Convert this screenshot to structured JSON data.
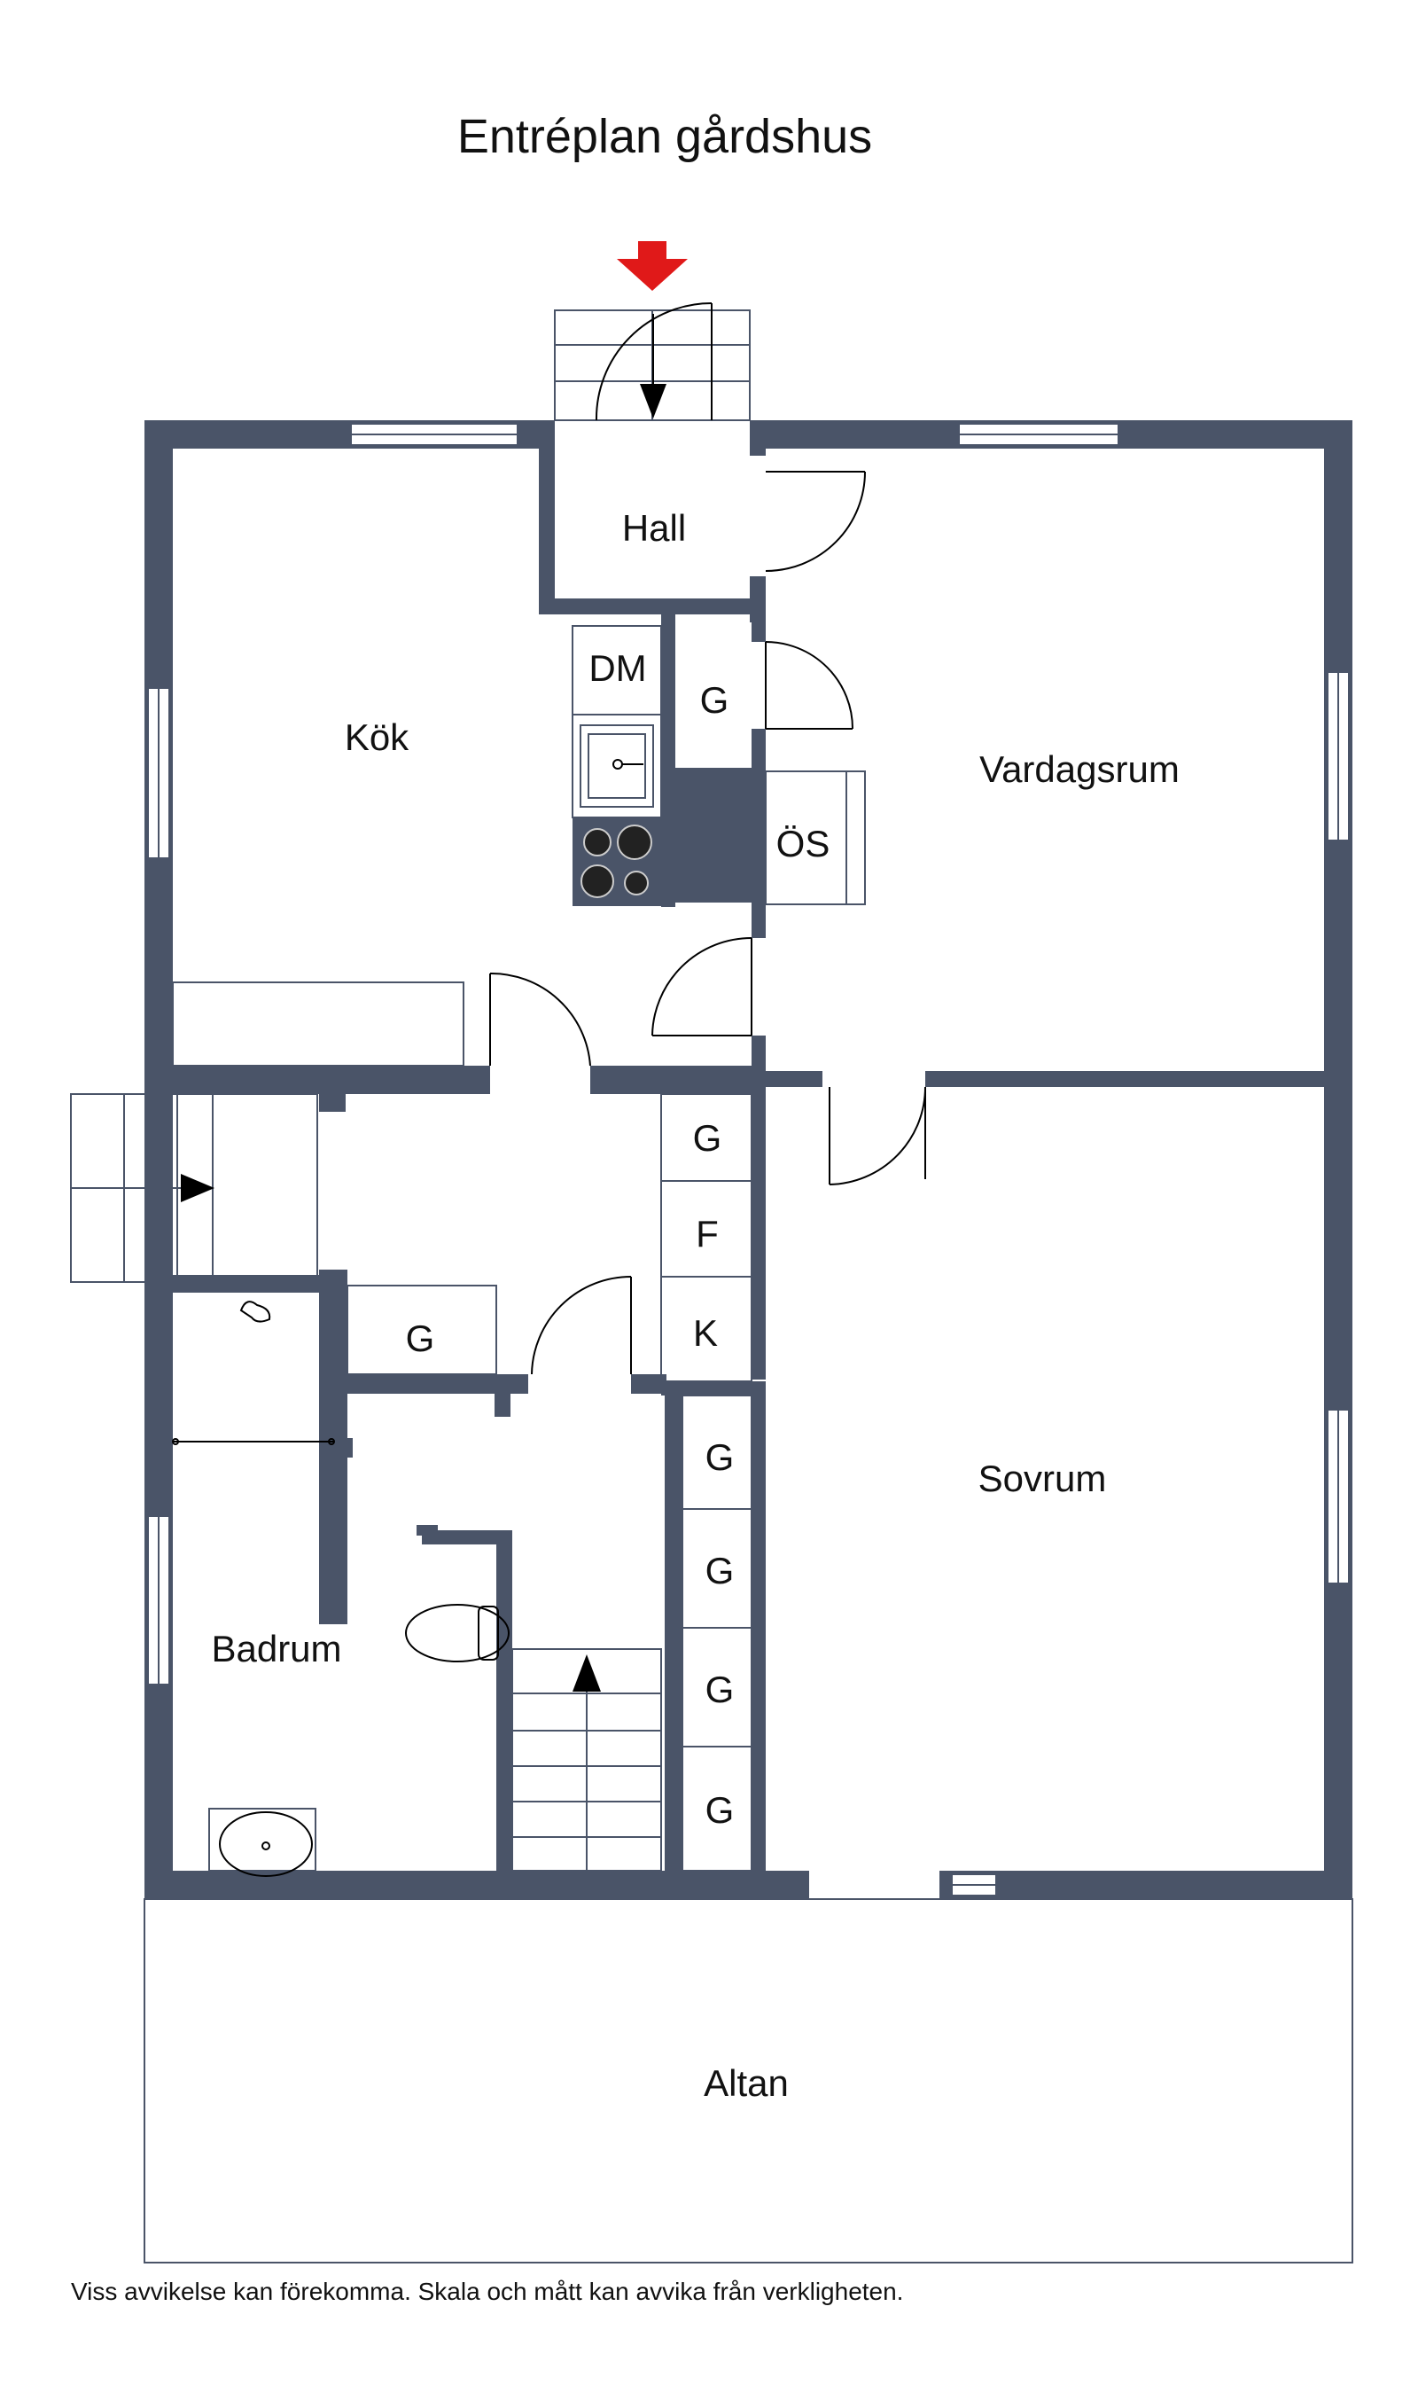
{
  "title": "Entréplan gårdshus",
  "disclaimer": "Viss avvikelse kan förekomma. Skala och mått kan avvika från verkligheten.",
  "colors": {
    "wall": "#4a5468",
    "entrance_arrow": "#e01919",
    "text": "#111111"
  },
  "icons": {
    "entrance": "entrance-arrow-icon",
    "stair": "stair-direction-arrow-icon"
  },
  "rooms": {
    "hall": "Hall",
    "kok": "Kök",
    "dm": "DM",
    "g_hall": "G",
    "vardagsrum": "Vardagsrum",
    "os": "ÖS",
    "g_upper": "G",
    "f": "F",
    "k": "K",
    "g_small": "G",
    "sovrum": "Sovrum",
    "badrum": "Badrum",
    "g1": "G",
    "g2": "G",
    "g3": "G",
    "g4": "G",
    "altan": "Altan"
  }
}
